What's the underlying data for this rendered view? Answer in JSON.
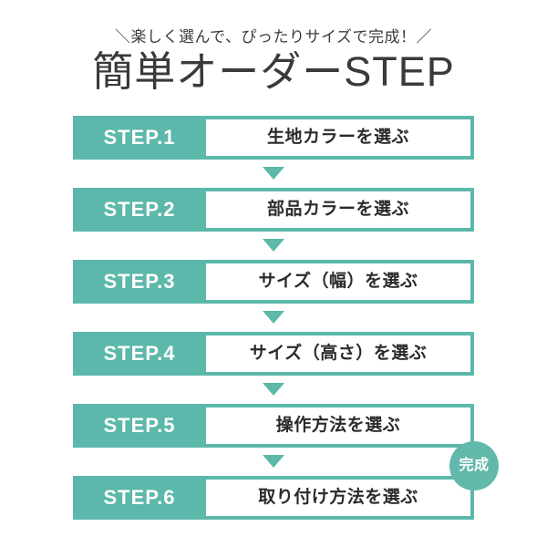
{
  "header": {
    "subtitle": "＼楽しく選んで、ぴったりサイズで完成！／",
    "title": "簡単オーダーSTEP"
  },
  "theme": {
    "teal": "#5cb8aa",
    "badge_teal": "#62b9ab",
    "text_dark": "#2b2b2b",
    "white": "#ffffff"
  },
  "steps": [
    {
      "label": "STEP.1",
      "text": "生地カラーを選ぶ"
    },
    {
      "label": "STEP.2",
      "text": "部品カラーを選ぶ"
    },
    {
      "label": "STEP.3",
      "text": "サイズ（幅）を選ぶ"
    },
    {
      "label": "STEP.4",
      "text": "サイズ（高さ）を選ぶ"
    },
    {
      "label": "STEP.5",
      "text": "操作方法を選ぶ"
    },
    {
      "label": "STEP.6",
      "text": "取り付け方法を選ぶ"
    }
  ],
  "badge": {
    "text": "完成"
  }
}
